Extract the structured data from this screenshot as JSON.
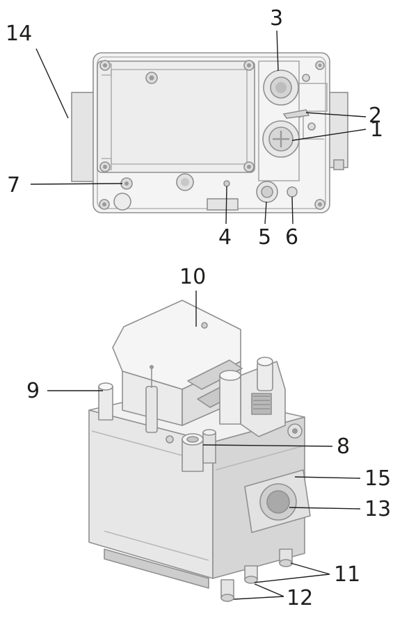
{
  "figure": {
    "top_view_name": "top-view-valve",
    "iso_view_name": "isometric-view-valve"
  },
  "callouts": [
    {
      "id": "c1",
      "label": "1"
    },
    {
      "id": "c2",
      "label": "2"
    },
    {
      "id": "c3",
      "label": "3"
    },
    {
      "id": "c4",
      "label": "4"
    },
    {
      "id": "c5",
      "label": "5"
    },
    {
      "id": "c6",
      "label": "6"
    },
    {
      "id": "c7",
      "label": "7"
    },
    {
      "id": "c8",
      "label": "8"
    },
    {
      "id": "c9",
      "label": "9"
    },
    {
      "id": "c10",
      "label": "10"
    },
    {
      "id": "c11",
      "label": "11"
    },
    {
      "id": "c12",
      "label": "12"
    },
    {
      "id": "c13",
      "label": "13"
    },
    {
      "id": "c14",
      "label": "14"
    },
    {
      "id": "c15",
      "label": "15"
    }
  ],
  "colors": {
    "ink": "#1d1d1b",
    "body_light": "#f3f3f3",
    "body_mid": "#dcdcdc",
    "body_shade": "#c2c2c2",
    "outline": "#9a9a9a"
  }
}
